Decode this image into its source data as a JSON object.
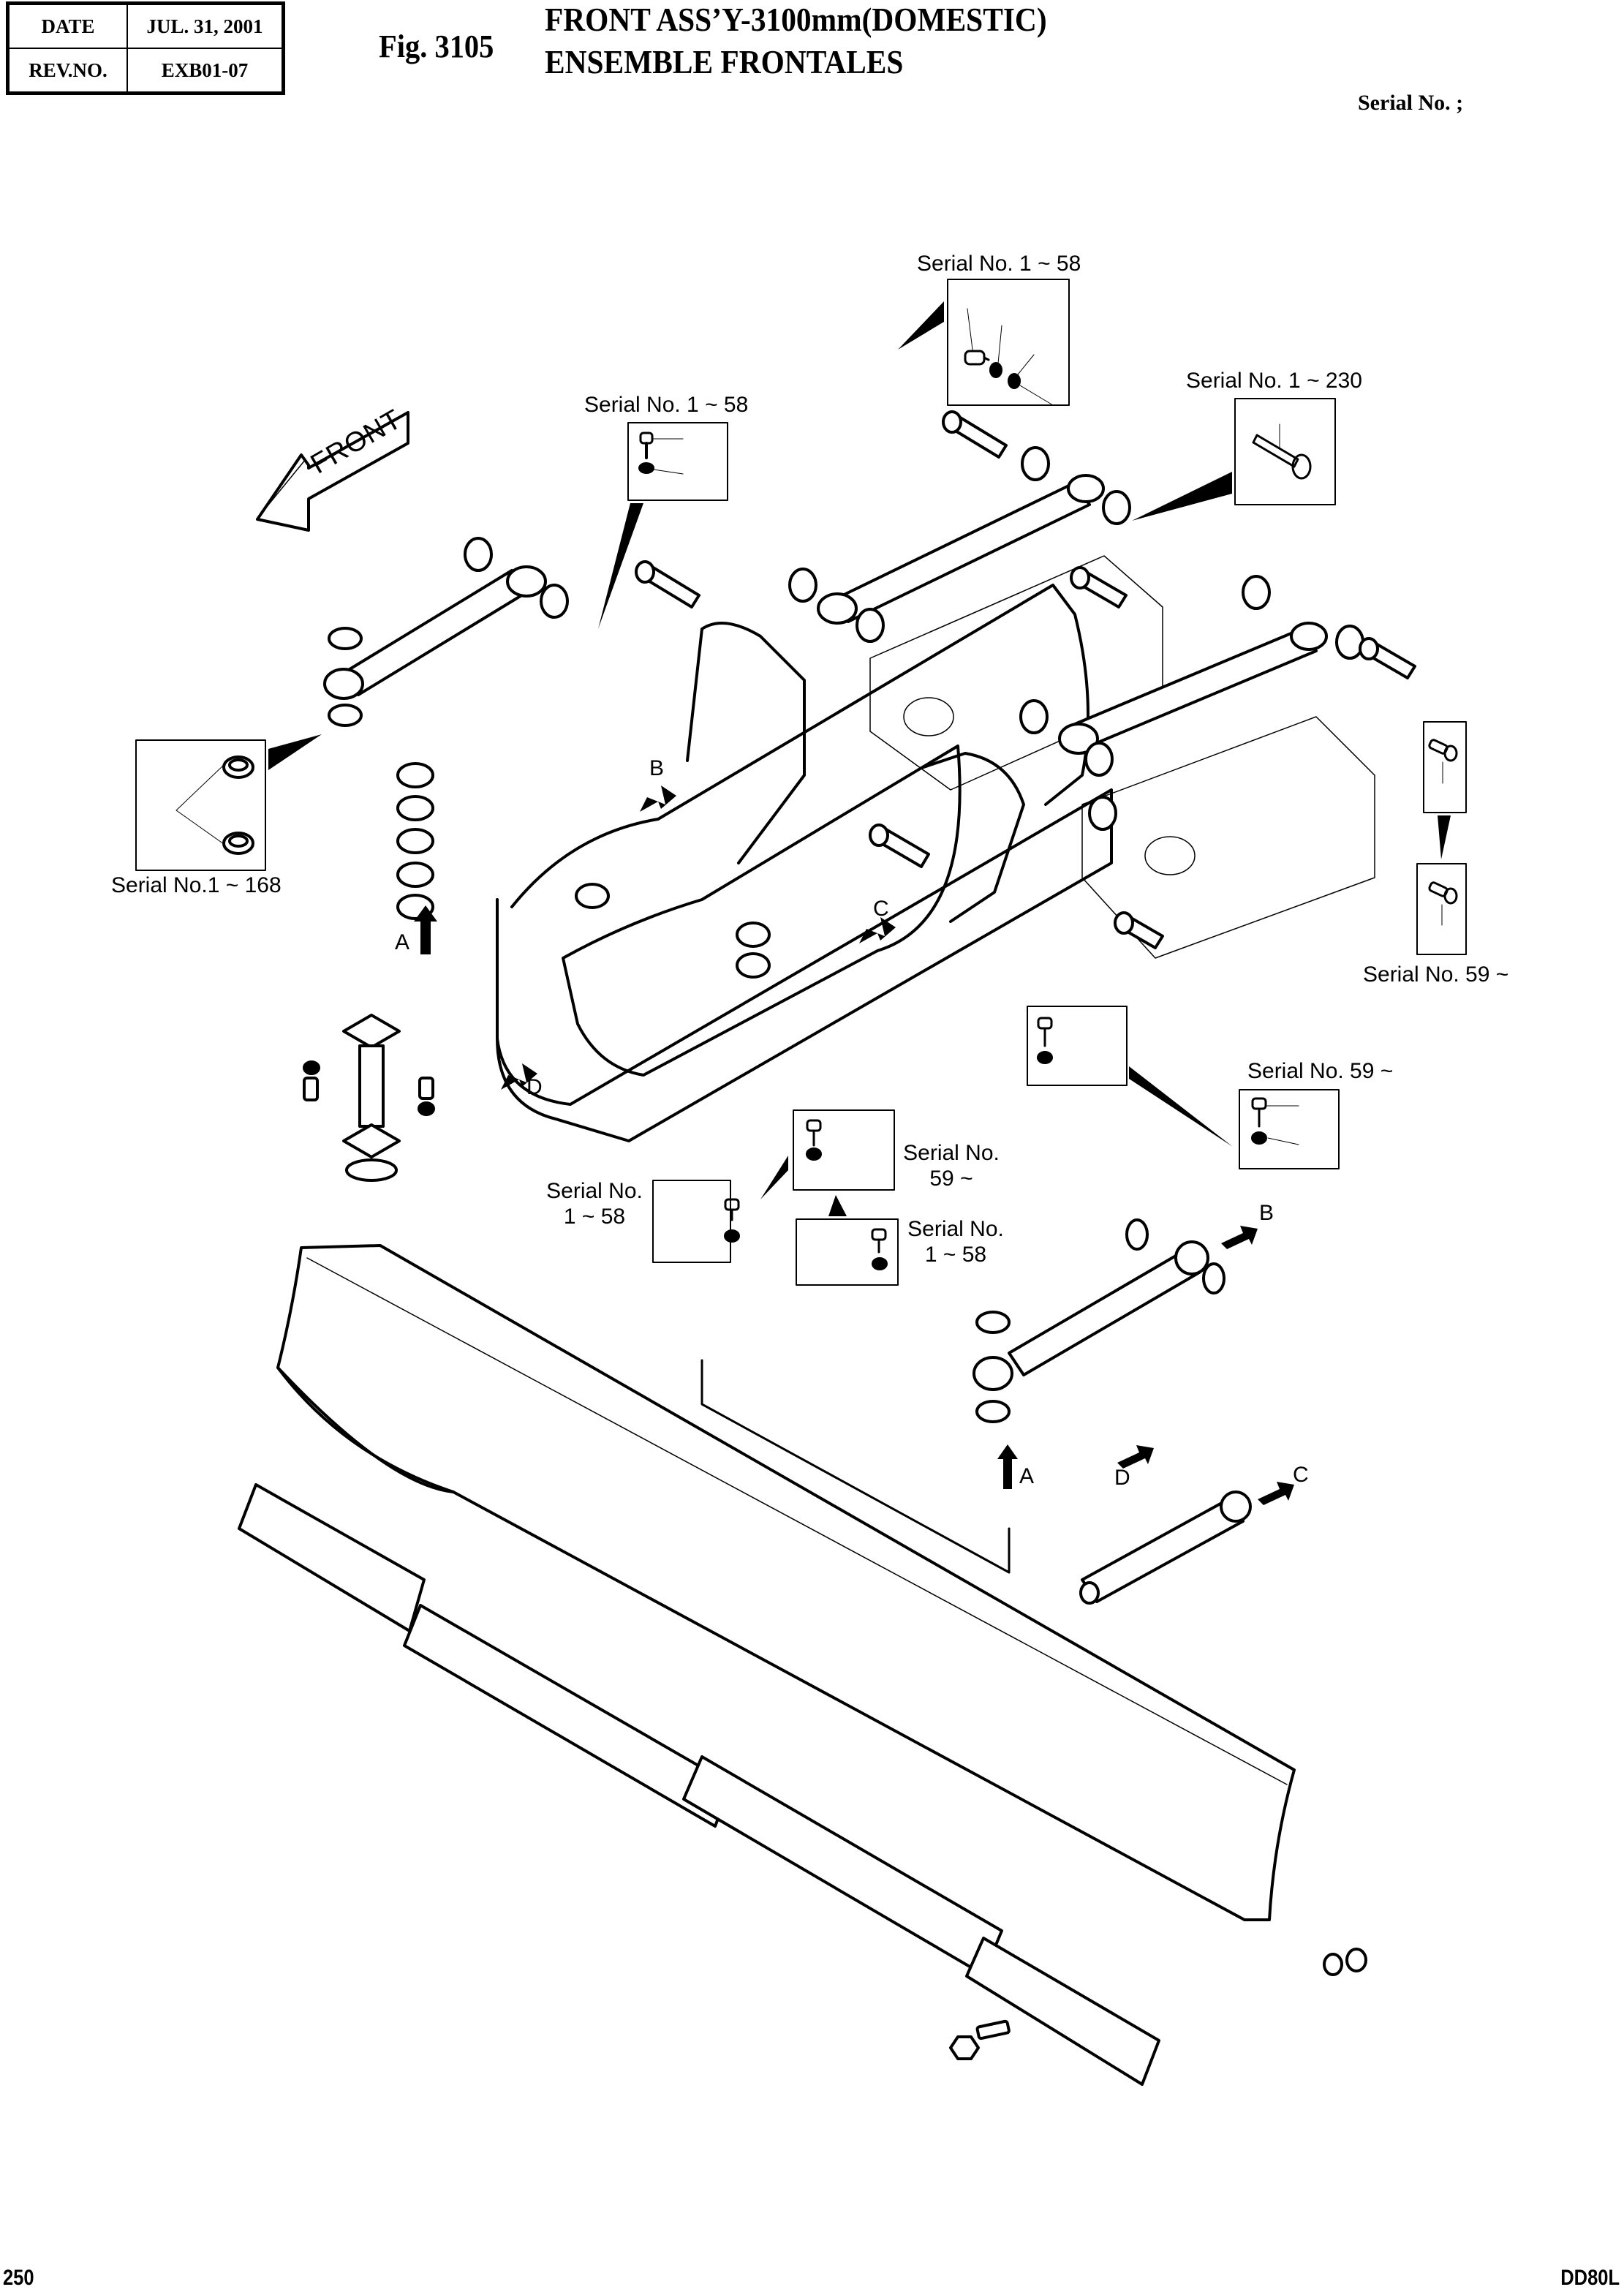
{
  "header": {
    "revision_table": [
      {
        "key": "DATE",
        "value": "JUL. 31, 2001"
      },
      {
        "key": "REV.NO.",
        "value": "EXB01-07"
      }
    ],
    "figure_number": "Fig. 3105",
    "title_line1": "FRONT ASS’Y-3100mm(DOMESTIC)",
    "title_line2": "ENSEMBLE FRONTALES",
    "serial_heading": "Serial No. ;"
  },
  "diagram": {
    "front_arrow_label": "FRONT",
    "serial_callouts": [
      {
        "id": "top-bolt-washer-set",
        "text": "Serial No. 1 ~ 58"
      },
      {
        "id": "pin-set-right",
        "text": "Serial No. 1 ~ 230"
      },
      {
        "id": "bolt-washer-left",
        "text": "Serial No. 1 ~ 58"
      },
      {
        "id": "bushing-set",
        "text": "Serial No.1 ~ 168"
      },
      {
        "id": "bolt-right-new",
        "text": "Serial No. 59 ~"
      },
      {
        "id": "bolt-washer-right",
        "text": "Serial No. 59 ~"
      },
      {
        "id": "bolt-washer-center-new-line1",
        "text": "Serial No."
      },
      {
        "id": "bolt-washer-center-new-line2",
        "text": "59 ~"
      },
      {
        "id": "bolt-washer-center-old-line1",
        "text": "Serial No."
      },
      {
        "id": "bolt-washer-center-old-line2",
        "text": "1 ~ 58"
      },
      {
        "id": "bolt-washer-blade-left-line1",
        "text": "Serial No."
      },
      {
        "id": "bolt-washer-blade-left-line2",
        "text": "1 ~ 58"
      }
    ],
    "view_letters": {
      "a_upper": "A",
      "b_upper": "B",
      "c_upper": "C",
      "d_upper": "D",
      "b_lower": "B",
      "a_lower": "A",
      "d_lower": "D",
      "c_lower": "C"
    }
  },
  "footer": {
    "page_number": "250",
    "model": "DD80L"
  }
}
